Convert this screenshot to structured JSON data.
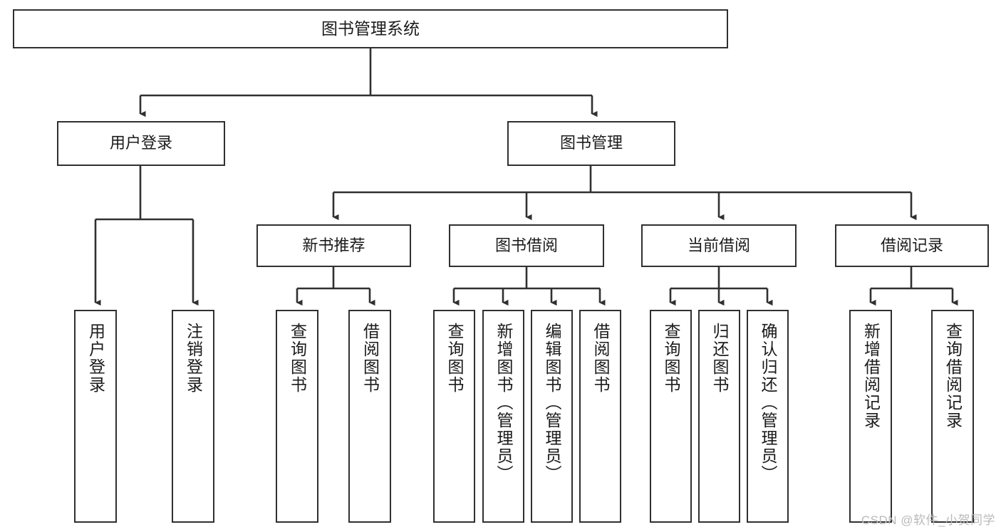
{
  "diagram": {
    "title": "图书管理系统",
    "type": "hierarchy-tree",
    "root": {
      "label": "图书管理系统"
    },
    "level1": [
      {
        "label": "用户登录"
      },
      {
        "label": "图书管理"
      }
    ],
    "level2": [
      {
        "label": "新书推荐"
      },
      {
        "label": "图书借阅"
      },
      {
        "label": "当前借阅"
      },
      {
        "label": "借阅记录"
      }
    ],
    "leaves": {
      "user_login": [
        {
          "label": "用户登录"
        },
        {
          "label": "注销登录"
        }
      ],
      "new_book_recommend": [
        {
          "label": "查询图书"
        },
        {
          "label": "借阅图书"
        }
      ],
      "book_borrow": [
        {
          "label": "查询图书"
        },
        {
          "label": "新增图书（管理员）"
        },
        {
          "label": "编辑图书（管理员）"
        },
        {
          "label": "借阅图书"
        }
      ],
      "current_borrow": [
        {
          "label": "查询图书"
        },
        {
          "label": "归还图书"
        },
        {
          "label": "确认归还（管理员）"
        }
      ],
      "borrow_record": [
        {
          "label": "新增借阅记录"
        },
        {
          "label": "查询借阅记录"
        }
      ]
    }
  },
  "watermark": {
    "text": "CSDN @软件_小贺同学"
  },
  "colors": {
    "box_border": "#303030",
    "box_fill": "#ffffff",
    "text": "#1b1b1b",
    "edge": "#303030",
    "watermark": "#b9b9b9"
  }
}
